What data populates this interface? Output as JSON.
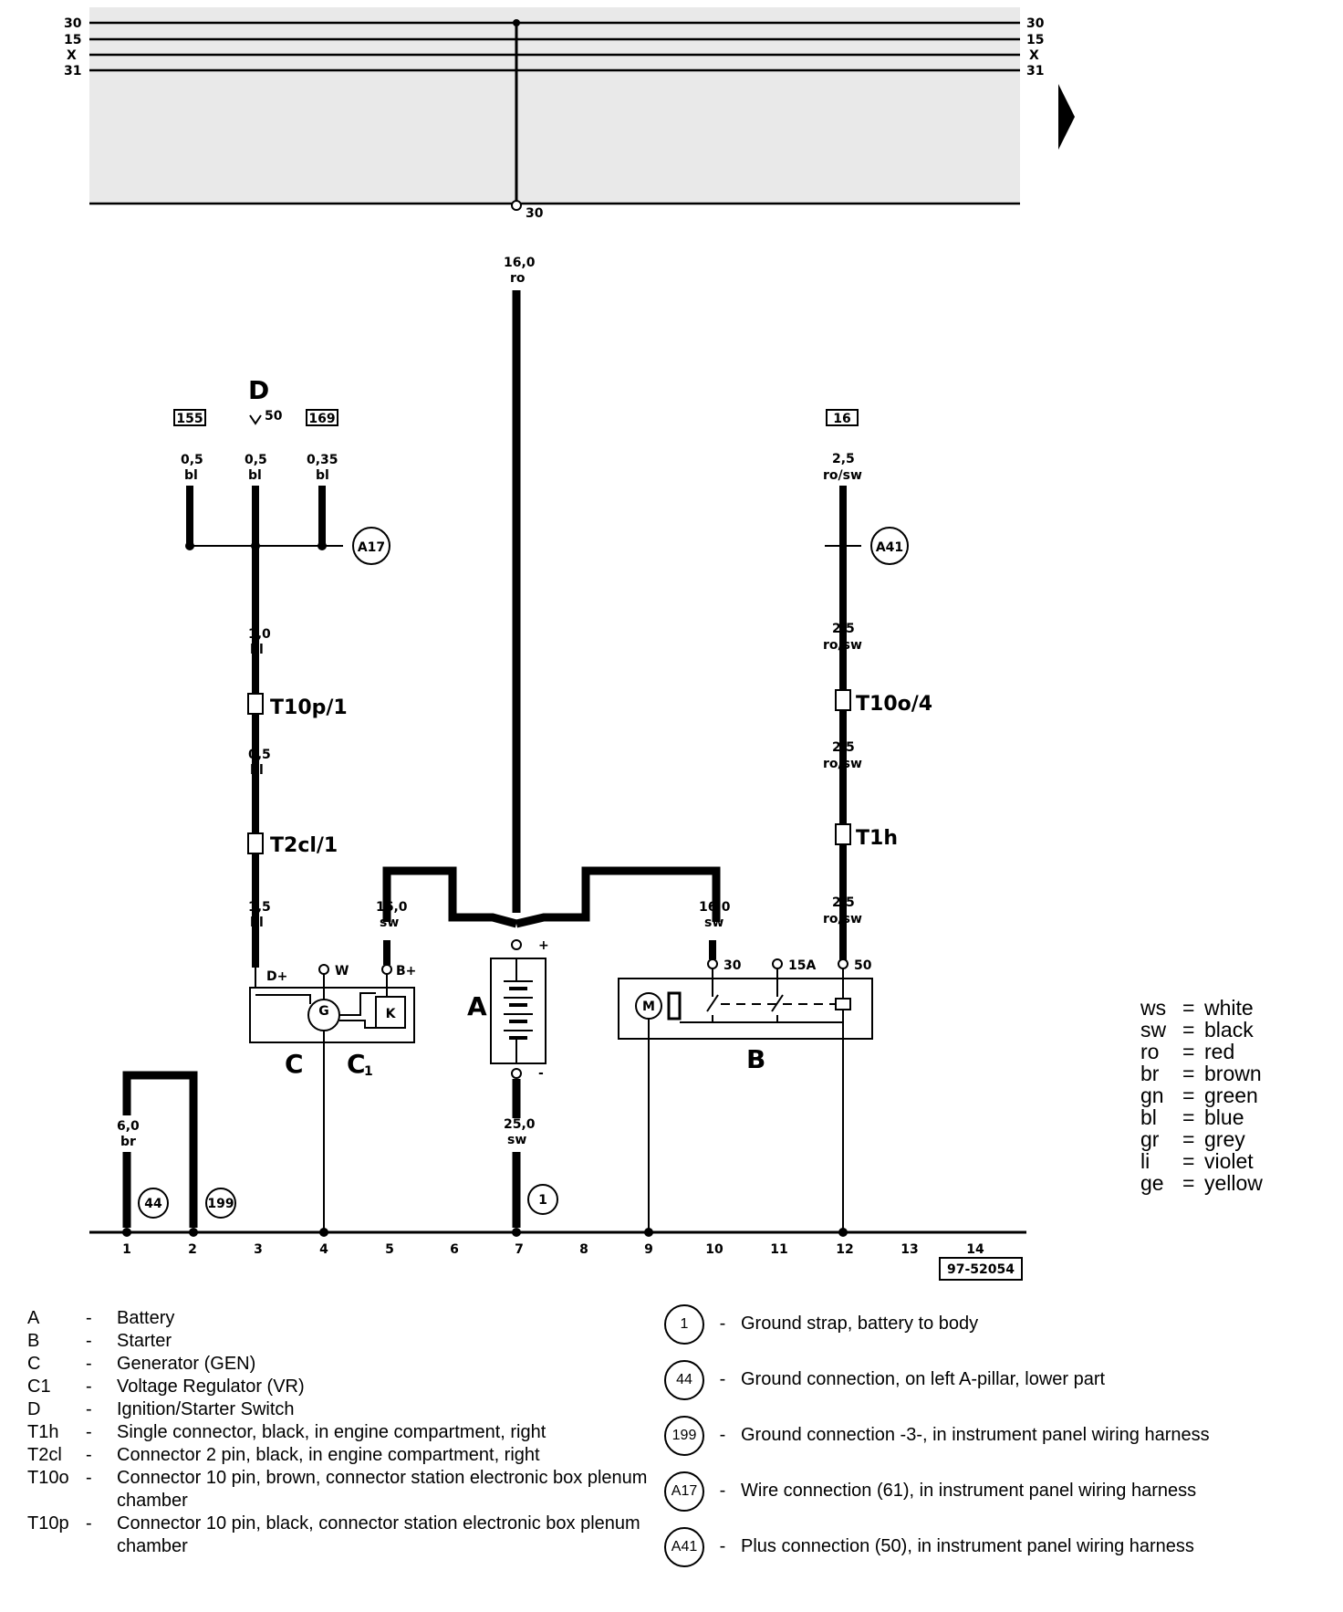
{
  "bus": {
    "left": [
      "30",
      "15",
      "X",
      "31"
    ],
    "right": [
      "30",
      "15",
      "X",
      "31"
    ],
    "tap_label": "30"
  },
  "wires": {
    "main_size": "16,0",
    "main_color": "ro",
    "w155_size": "0,5",
    "w155_color": "bl",
    "wd_size": "0,5",
    "wd_color": "bl",
    "w169_size": "0,35",
    "w169_color": "bl",
    "d_lower_size": "1,0",
    "d_lower_color": "bl",
    "t10p_size": "0,5",
    "t10p_color": "bl",
    "t2cl_size": "1,5",
    "t2cl_color": "bl",
    "bplus_size": "16,0",
    "bplus_color": "sw",
    "starter30_size": "16,0",
    "starter30_color": "sw",
    "w16_size": "2,5",
    "w16_color": "ro/sw",
    "a41_lower_size": "2,5",
    "a41_lower_color": "ro/sw",
    "t10o_size": "2,5",
    "t10o_color": "ro/sw",
    "t1h_size": "2,5",
    "t1h_color": "ro/sw",
    "ground_size": "25,0",
    "ground_color": "sw",
    "br_size": "6,0",
    "br_color": "br"
  },
  "refs": {
    "r155": "155",
    "r169": "169",
    "r16": "16"
  },
  "components": {
    "D": "D",
    "D_pin": "50",
    "A": "A",
    "B": "B",
    "C": "C",
    "C1": "C",
    "C1_sub": "1",
    "gen_D": "D+",
    "gen_W": "W",
    "gen_B": "B+",
    "st_30": "30",
    "st_15A": "15A",
    "st_50": "50",
    "bat_plus": "+",
    "bat_minus": "-",
    "gen_G": "G",
    "reg_K": "K",
    "motor_M": "M"
  },
  "connectors": {
    "t10p": "T10p/1",
    "t2cl": "T2cl/1",
    "t10o": "T10o/4",
    "t1h": "T1h"
  },
  "circles": {
    "a17": "A17",
    "a41": "A41",
    "g44": "44",
    "g199": "199",
    "g1": "1"
  },
  "track": [
    "1",
    "2",
    "3",
    "4",
    "5",
    "6",
    "7",
    "8",
    "9",
    "10",
    "11",
    "12",
    "13",
    "14"
  ],
  "figure_id": "97-52054",
  "colors_legend": [
    {
      "code": "ws",
      "name": "white"
    },
    {
      "code": "sw",
      "name": "black"
    },
    {
      "code": "ro",
      "name": "red"
    },
    {
      "code": "br",
      "name": "brown"
    },
    {
      "code": "gn",
      "name": "green"
    },
    {
      "code": "bl",
      "name": "blue"
    },
    {
      "code": "gr",
      "name": "grey"
    },
    {
      "code": "li",
      "name": "violet"
    },
    {
      "code": "ge",
      "name": "yellow"
    }
  ],
  "legend_left": [
    {
      "code": "A",
      "desc": "Battery"
    },
    {
      "code": "B",
      "desc": "Starter"
    },
    {
      "code": "C",
      "desc": "Generator (GEN)"
    },
    {
      "code": "C1",
      "desc": "Voltage Regulator (VR)"
    },
    {
      "code": "D",
      "desc": "Ignition/Starter Switch"
    },
    {
      "code": "T1h",
      "desc": "Single connector, black, in engine compartment, right"
    },
    {
      "code": "T2cl",
      "desc": "Connector 2 pin, black, in engine compartment, right"
    },
    {
      "code": "T10o",
      "desc": "Connector 10 pin, brown, connector station electronic box plenum chamber"
    },
    {
      "code": "T10p",
      "desc": "Connector 10 pin, black, connector station electronic box plenum chamber"
    }
  ],
  "legend_right": [
    {
      "sym": "1",
      "desc": "Ground strap, battery to body"
    },
    {
      "sym": "44",
      "desc": "Ground connection, on left A-pillar, lower part"
    },
    {
      "sym": "199",
      "desc": "Ground connection -3-, in instrument panel wiring harness"
    },
    {
      "sym": "A17",
      "desc": "Wire connection (61), in instrument panel wiring harness"
    },
    {
      "sym": "A41",
      "desc": "Plus connection (50), in instrument panel wiring harness"
    }
  ]
}
